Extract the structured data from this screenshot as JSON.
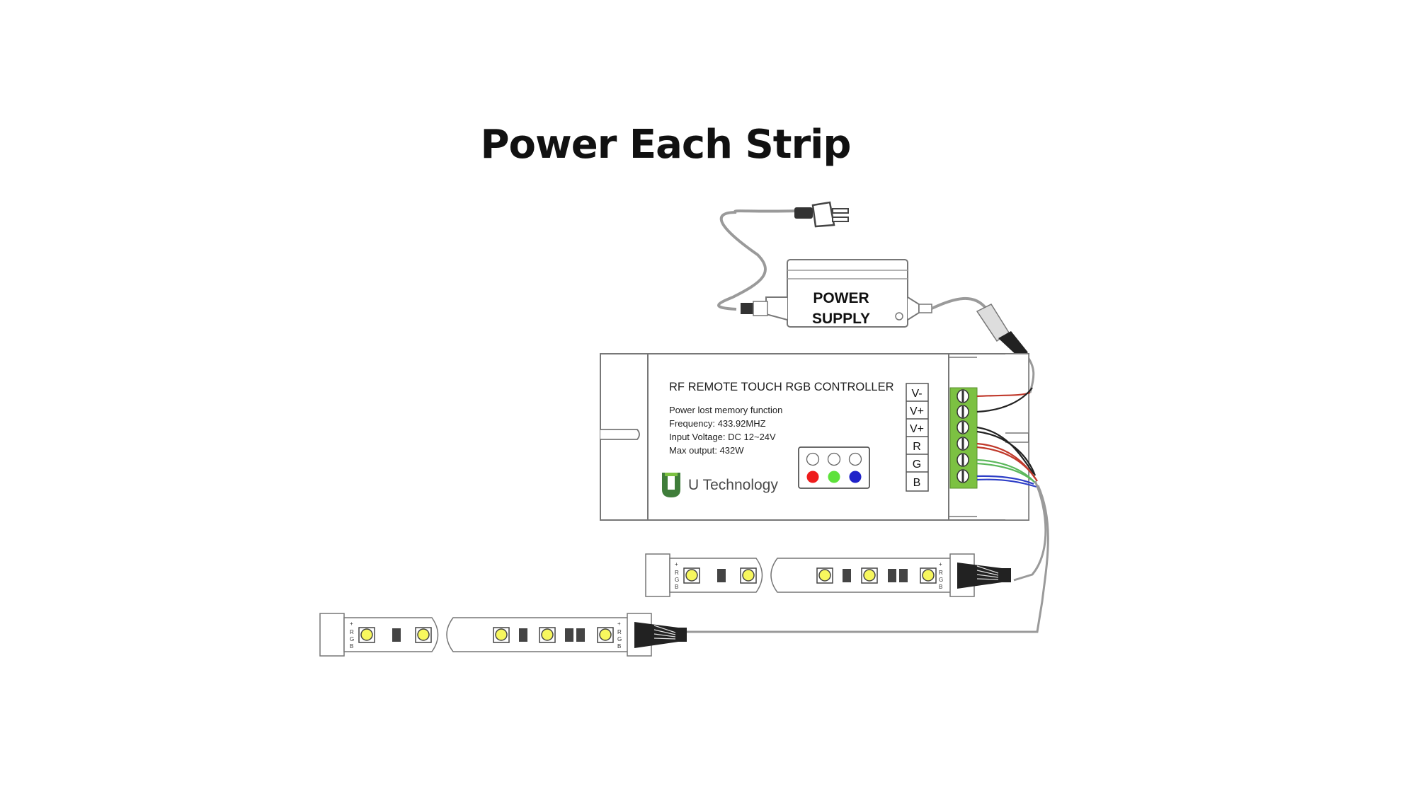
{
  "title": "Power Each Strip",
  "power_supply": {
    "line1": "POWER",
    "line2": "SUPPLY"
  },
  "controller": {
    "heading": "RF REMOTE TOUCH RGB CONTROLLER",
    "specs": [
      "Power lost memory function",
      "Frequency: 433.92MHZ",
      "Input Voltage: DC 12~24V",
      "Max output: 432W"
    ],
    "brand": "U Technology",
    "terminals": [
      "V-",
      "V+",
      "V+",
      "R",
      "G",
      "B"
    ],
    "led_colors": [
      "#ee1c1c",
      "#5de23a",
      "#1f22c9"
    ]
  },
  "strip_labels": {
    "plus": "+",
    "r": "R",
    "g": "G",
    "b": "B"
  },
  "colors": {
    "cable": "#9a9a9a",
    "terminal_block": "#7cc142",
    "led": "#f7f75e",
    "wire_red": "#c0392b",
    "wire_green": "#5cb85c",
    "wire_blue": "#2e3fc7",
    "wire_black": "#222222"
  }
}
